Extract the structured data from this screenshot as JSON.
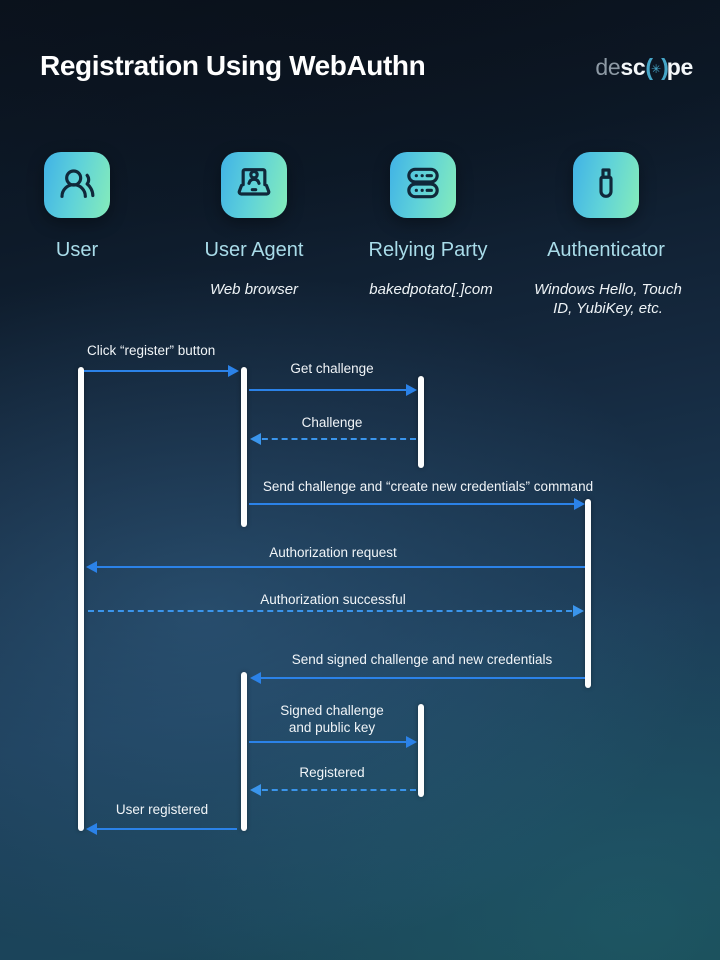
{
  "header": {
    "title": "Registration Using WebAuthn",
    "logo": {
      "prefix": "de",
      "bold_left": "sc",
      "symbol_open": "(",
      "symbol_star": "✳",
      "symbol_close": ")",
      "bold_right": "pe"
    }
  },
  "actors": [
    {
      "id": "user",
      "label": "User",
      "subtitle": "",
      "icon": "users-icon"
    },
    {
      "id": "user-agent",
      "label": "User Agent",
      "subtitle": "Web browser",
      "icon": "laptop-user-icon"
    },
    {
      "id": "relying-party",
      "label": "Relying Party",
      "subtitle": "bakedpotato[.]com",
      "icon": "server-icon"
    },
    {
      "id": "authenticator",
      "label": "Authenticator",
      "subtitle": "Windows Hello, Touch ID, YubiKey, etc.",
      "icon": "usb-key-icon"
    }
  ],
  "diagram": {
    "messages": [
      {
        "label": "Click “register” button",
        "from": "user",
        "to": "user-agent",
        "style": "solid"
      },
      {
        "label": "Get challenge",
        "from": "user-agent",
        "to": "relying-party",
        "style": "solid"
      },
      {
        "label": "Challenge",
        "from": "relying-party",
        "to": "user-agent",
        "style": "dashed"
      },
      {
        "label": "Send challenge and “create new credentials” command",
        "from": "user-agent",
        "to": "authenticator",
        "style": "solid"
      },
      {
        "label": "Authorization request",
        "from": "authenticator",
        "to": "user",
        "style": "solid"
      },
      {
        "label": "Authorization successful",
        "from": "user",
        "to": "authenticator",
        "style": "dashed"
      },
      {
        "label": "Send signed challenge and new credentials",
        "from": "authenticator",
        "to": "user-agent",
        "style": "solid"
      },
      {
        "label": "Signed challenge\nand public key",
        "from": "user-agent",
        "to": "relying-party",
        "style": "solid"
      },
      {
        "label": "Registered",
        "from": "relying-party",
        "to": "user-agent",
        "style": "dashed"
      },
      {
        "label": "User registered",
        "from": "user-agent",
        "to": "user",
        "style": "solid"
      }
    ]
  },
  "colors": {
    "arrow_solid": "#2b82e8",
    "arrow_dashed": "#3a95ec",
    "tile_gradient_start": "#40b2e6",
    "tile_gradient_end": "#85ecba",
    "actor_label": "#a9dce9",
    "background_top": "#0b131e",
    "background_bottom": "#194653"
  }
}
